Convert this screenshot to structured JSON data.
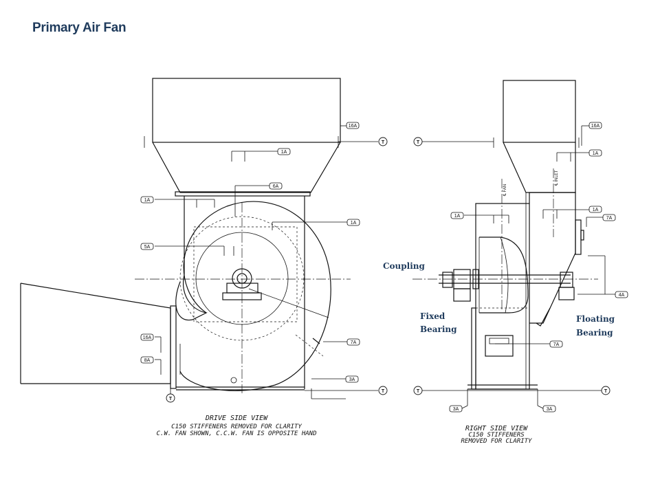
{
  "page": {
    "title": "Primary Air Fan"
  },
  "drive_view": {
    "caption_main": "DRIVE SIDE VIEW",
    "caption_line2": "C150 STIFFENERS REMOVED FOR CLARITY",
    "caption_line3": "C.W. FAN SHOWN, C.C.W. FAN IS OPPOSITE HAND",
    "tags": [
      "16A",
      "1A",
      "6A",
      "1A",
      "1A",
      "5A",
      "7A",
      "16A",
      "8A",
      "3A"
    ],
    "t_symbol": "T"
  },
  "right_view": {
    "caption_main": "RIGHT SIDE VIEW",
    "caption_line2": "C150 STIFFENERS",
    "caption_line3": "REMOVED FOR CLARITY",
    "tags": [
      "16A",
      "1A",
      "1A",
      "1A",
      "7A",
      "4A",
      "7A",
      "3A",
      "3A"
    ],
    "fan_label": "℄ FAN",
    "inlet_label": "℄ INLET",
    "t_symbol": "T"
  },
  "annotations": {
    "coupling": "Coupling",
    "fixed_1": "Fixed",
    "fixed_2": "Bearing",
    "floating_1": "Floating",
    "floating_2": "Bearing"
  }
}
